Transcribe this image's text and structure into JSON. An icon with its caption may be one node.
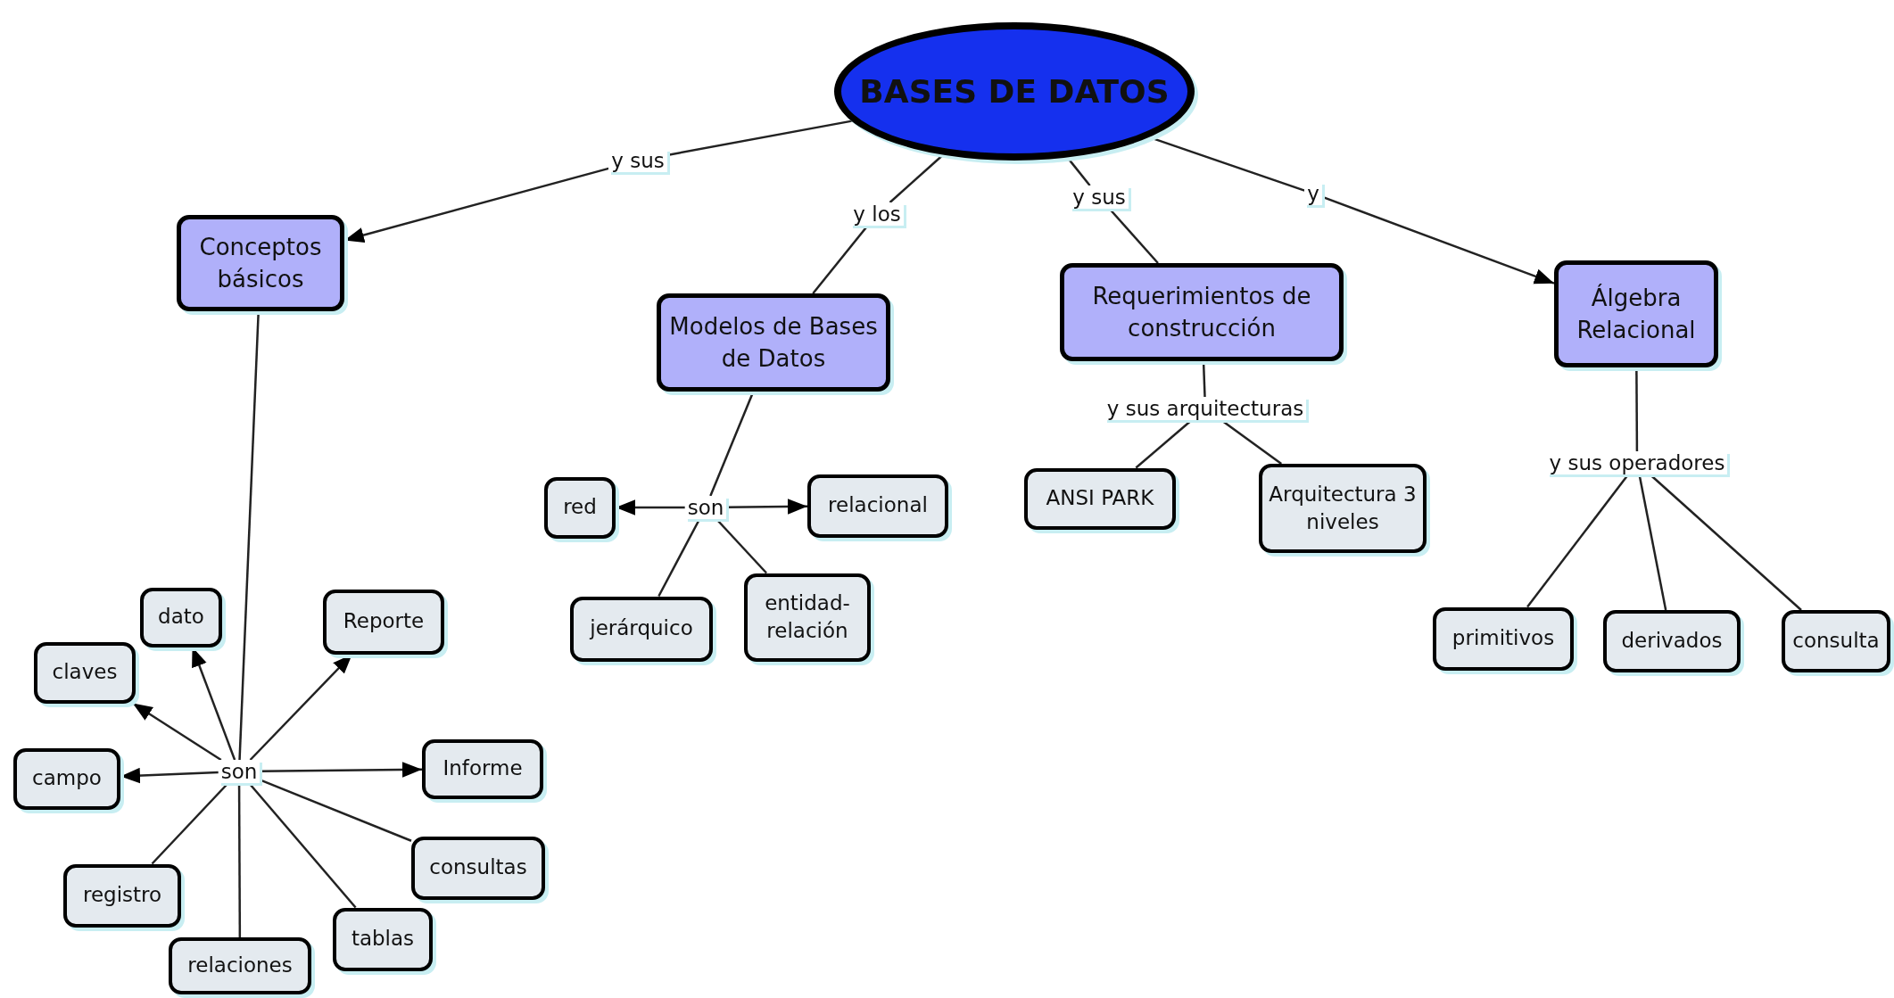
{
  "diagram": {
    "nodes": [
      {
        "text": [
          "BASES DE DATOS"
        ]
      },
      {
        "text": [
          "y sus"
        ]
      },
      {
        "text": [
          "Conceptos básicos"
        ]
      },
      {
        "text": [
          "y los"
        ]
      },
      {
        "text": [
          "Modelos de Bases de Datos"
        ]
      },
      {
        "text": [
          "y sus"
        ]
      },
      {
        "text": [
          "Requerimientos de construcción"
        ]
      },
      {
        "text": [
          "y"
        ]
      },
      {
        "text": [
          "Álgebra Relacional"
        ]
      },
      {
        "text": [
          "son"
        ]
      },
      {
        "text": [
          "red"
        ]
      },
      {
        "text": [
          "relacional"
        ]
      },
      {
        "text": [
          "jerárquico"
        ]
      },
      {
        "text": [
          "entidad-relación"
        ]
      },
      {
        "text": [
          "y sus arquitecturas"
        ]
      },
      {
        "text": [
          "ANSI PARK"
        ]
      },
      {
        "text": [
          "Arquitectura 3 niveles"
        ]
      },
      {
        "text": [
          "y sus operadores"
        ]
      },
      {
        "text": [
          "primitivos"
        ]
      },
      {
        "text": [
          "derivados"
        ]
      },
      {
        "text": [
          "consulta"
        ]
      },
      {
        "text": [
          "son"
        ]
      },
      {
        "text": [
          "dato"
        ]
      },
      {
        "text": [
          "claves"
        ]
      },
      {
        "text": [
          "Reporte"
        ]
      },
      {
        "text": [
          "campo"
        ]
      },
      {
        "text": [
          "Informe"
        ]
      },
      {
        "text": [
          "registro"
        ]
      },
      {
        "text": [
          "consultas"
        ]
      },
      {
        "text": [
          "relaciones"
        ]
      },
      {
        "text": [
          "tablas"
        ]
      }
    ],
    "edges": [
      {
        "from": 0,
        "to": 1,
        "arrow": "none"
      },
      {
        "from": 1,
        "to": 2,
        "arrow": "to"
      },
      {
        "from": 0,
        "to": 3,
        "arrow": "none"
      },
      {
        "from": 3,
        "to": 4,
        "arrow": "none"
      },
      {
        "from": 0,
        "to": 5,
        "arrow": "none"
      },
      {
        "from": 5,
        "to": 6,
        "arrow": "none"
      },
      {
        "from": 0,
        "to": 7,
        "arrow": "none"
      },
      {
        "from": 7,
        "to": 8,
        "arrow": "to"
      },
      {
        "from": 4,
        "to": 9,
        "arrow": "none"
      },
      {
        "from": 9,
        "to": 10,
        "arrow": "to"
      },
      {
        "from": 9,
        "to": 11,
        "arrow": "to"
      },
      {
        "from": 9,
        "to": 12,
        "arrow": "none"
      },
      {
        "from": 9,
        "to": 13,
        "arrow": "none"
      },
      {
        "from": 6,
        "to": 14,
        "arrow": "none"
      },
      {
        "from": 14,
        "to": 15,
        "arrow": "none"
      },
      {
        "from": 14,
        "to": 16,
        "arrow": "none"
      },
      {
        "from": 8,
        "to": 17,
        "arrow": "none"
      },
      {
        "from": 17,
        "to": 18,
        "arrow": "none"
      },
      {
        "from": 17,
        "to": 19,
        "arrow": "none"
      },
      {
        "from": 17,
        "to": 20,
        "arrow": "none"
      },
      {
        "from": 2,
        "to": 21,
        "arrow": "none"
      },
      {
        "from": 21,
        "to": 22,
        "arrow": "to"
      },
      {
        "from": 21,
        "to": 23,
        "arrow": "to"
      },
      {
        "from": 21,
        "to": 24,
        "arrow": "to"
      },
      {
        "from": 21,
        "to": 25,
        "arrow": "to"
      },
      {
        "from": 21,
        "to": 26,
        "arrow": "to"
      },
      {
        "from": 21,
        "to": 27,
        "arrow": "none"
      },
      {
        "from": 21,
        "to": 28,
        "arrow": "none"
      },
      {
        "from": 21,
        "to": 29,
        "arrow": "none"
      },
      {
        "from": 21,
        "to": 30,
        "arrow": "none"
      }
    ]
  }
}
